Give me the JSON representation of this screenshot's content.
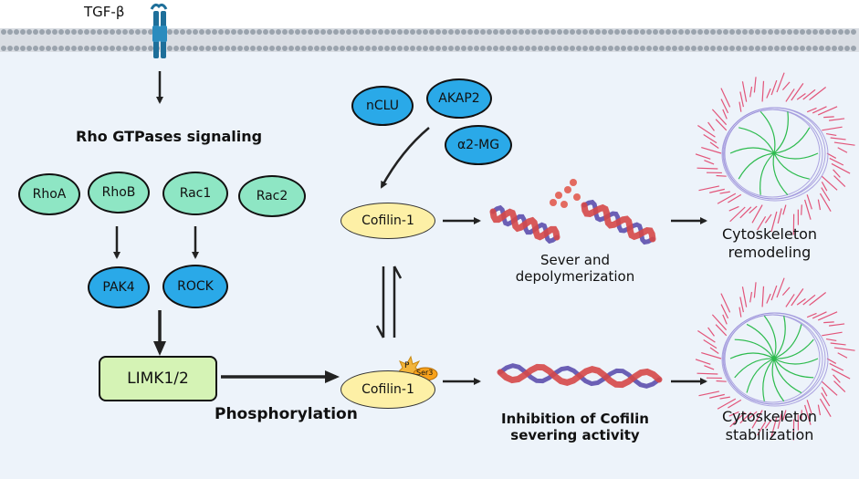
{
  "ligand": {
    "label": "TGF-β"
  },
  "pathway": {
    "title": "Rho GTPases signaling",
    "gtpases": [
      "RhoA",
      "RhoB",
      "Rac1",
      "Rac2"
    ],
    "kinases": [
      "PAK4",
      "ROCK"
    ],
    "limk": "LIMK1/2",
    "phosphorylation": "Phosphorylation"
  },
  "regulators": [
    "nCLU",
    "AKAP2",
    "α2-MG"
  ],
  "cofilin": {
    "active": "Cofilin-1",
    "inactive": "Cofilin-1",
    "phospho_badge": "P",
    "site_badge": "Ser3"
  },
  "outcomes": {
    "sever_line1": "Sever and",
    "sever_line2": "depolymerization",
    "inhibit_line1": "Inhibition of Cofilin",
    "inhibit_line2": "severing activity",
    "remodel_line1": "Cytoskeleton",
    "remodel_line2": "remodeling",
    "stable_line1": "Cytoskeleton",
    "stable_line2": "stabilization"
  },
  "colors": {
    "cell_background": "#edf3fa",
    "gtpase_fill": "#8ee6c4",
    "kinase_fill": "#2aa9e8",
    "cofilin_fill": "#fdf0a6",
    "limk_fill": "#d5f3b5",
    "actin_red": "#d54848",
    "actin_purple": "#6b5fb5",
    "cortex_pink": "#e2557a",
    "filament_green": "#2dbb4e"
  }
}
